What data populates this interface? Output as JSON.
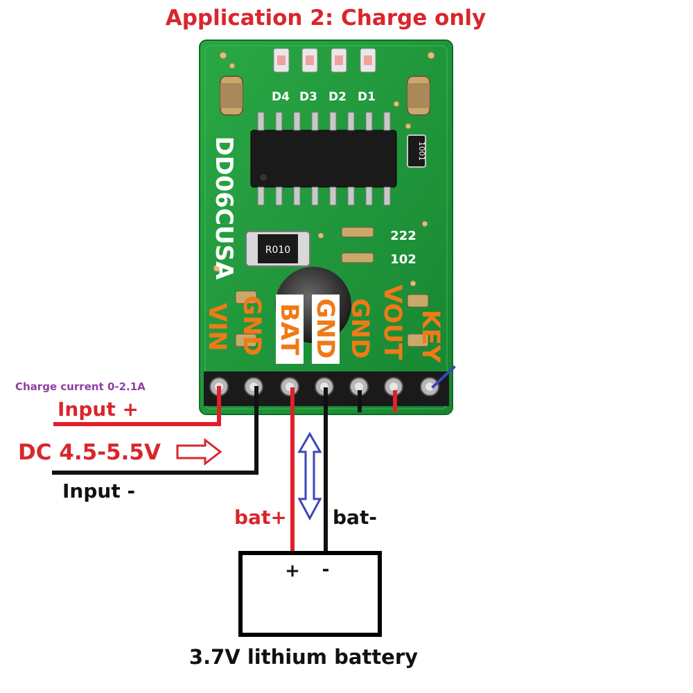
{
  "title": "Application 2: Charge only",
  "board": {
    "model_text": "DD06CUSA",
    "leds": [
      "D4",
      "D3",
      "D2",
      "D1"
    ],
    "resistor_label": "R010",
    "smd_label_1": "1001",
    "smd_label_2": "222",
    "smd_label_3": "102",
    "pins": [
      "VIN",
      "GND",
      "BAT",
      "GND",
      "GND",
      "VOUT",
      "KEY"
    ]
  },
  "labels": {
    "charge_current": "Charge current 0-2.1A",
    "input_plus": "Input +",
    "dc_voltage": "DC 4.5-5.5V",
    "input_minus": "Input -",
    "bat_plus": "bat+",
    "bat_minus": "bat-",
    "terminal_plus": "+",
    "terminal_minus": "-",
    "battery": "3.7V lithium battery"
  },
  "colors": {
    "title": "#d9262c",
    "pcb": "#1f9b3a",
    "pcb_dark": "#14752a",
    "pin_label": "#f07a16",
    "red_wire": "#e0202a",
    "black_wire": "#111111",
    "blue_arrow": "#3b46b7",
    "purple_text": "#8e3fa3"
  }
}
